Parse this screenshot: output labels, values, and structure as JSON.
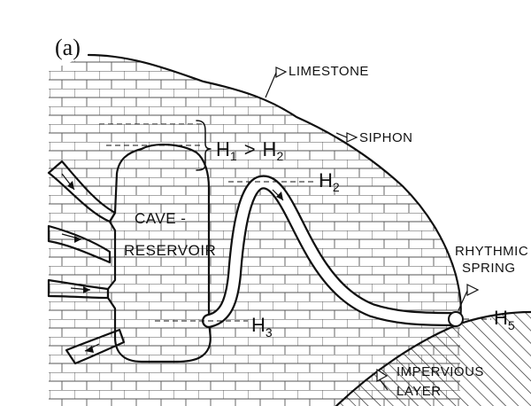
{
  "panel_label": "(a)",
  "labels": {
    "limestone": "LIMESTONE",
    "siphon": "SIPHON",
    "cave": "CAVE -",
    "reservoir": "RESERVOIR",
    "rhythmic": "RHYTHMIC",
    "spring": "SPRING",
    "impervious": "IMPERVIOUS",
    "layer": "LAYER",
    "h_relation": {
      "h1": "H",
      "sub1": "1",
      "gt": ">",
      "h2": "H",
      "sub2": "2"
    },
    "h2": {
      "h": "H",
      "sub": "2"
    },
    "h3": {
      "h": "H",
      "sub": "3"
    },
    "h5": {
      "h": "H",
      "sub": "5"
    }
  },
  "colors": {
    "ink": "#111111",
    "background": "#ffffff"
  }
}
